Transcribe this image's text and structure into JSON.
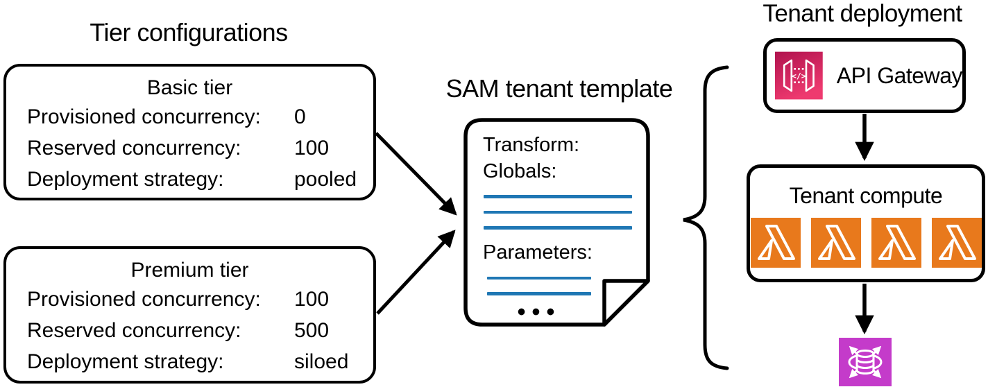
{
  "left_panel": {
    "title": "Tier configurations",
    "tiers": [
      {
        "name": "Basic tier",
        "rows": [
          {
            "label": "Provisioned concurrency:",
            "value": "0"
          },
          {
            "label": "Reserved concurrency:",
            "value": "100"
          },
          {
            "label": "Deployment strategy:",
            "value": "pooled"
          }
        ]
      },
      {
        "name": "Premium tier",
        "rows": [
          {
            "label": "Provisioned concurrency:",
            "value": "100"
          },
          {
            "label": "Reserved concurrency:",
            "value": "500"
          },
          {
            "label": "Deployment strategy:",
            "value": "siloed"
          }
        ]
      }
    ]
  },
  "template_panel": {
    "title": "SAM tenant template",
    "document": {
      "keys": [
        "Transform:",
        "Globals:"
      ],
      "section_key": "Parameters:",
      "globals_line_count": 3,
      "parameters_line_count": 2,
      "ellipsis": "•••"
    }
  },
  "deployment_panel": {
    "title": "Tenant deployment",
    "api_gateway": {
      "label": "API Gateway",
      "icon": "api-gateway-icon"
    },
    "tenant_compute": {
      "label": "Tenant compute",
      "icon": "lambda-icon",
      "lambda_count": 4
    },
    "data_store": {
      "icon": "scalable-database-icon"
    }
  },
  "colors": {
    "outline_black": "#000000",
    "document_line_blue": "#1f77b4",
    "api_gateway_gradient_start": "#b0124e",
    "api_gateway_gradient_end": "#ee3a6f",
    "lambda_orange": "#e8791c",
    "database_magenta": "#c43bca"
  }
}
